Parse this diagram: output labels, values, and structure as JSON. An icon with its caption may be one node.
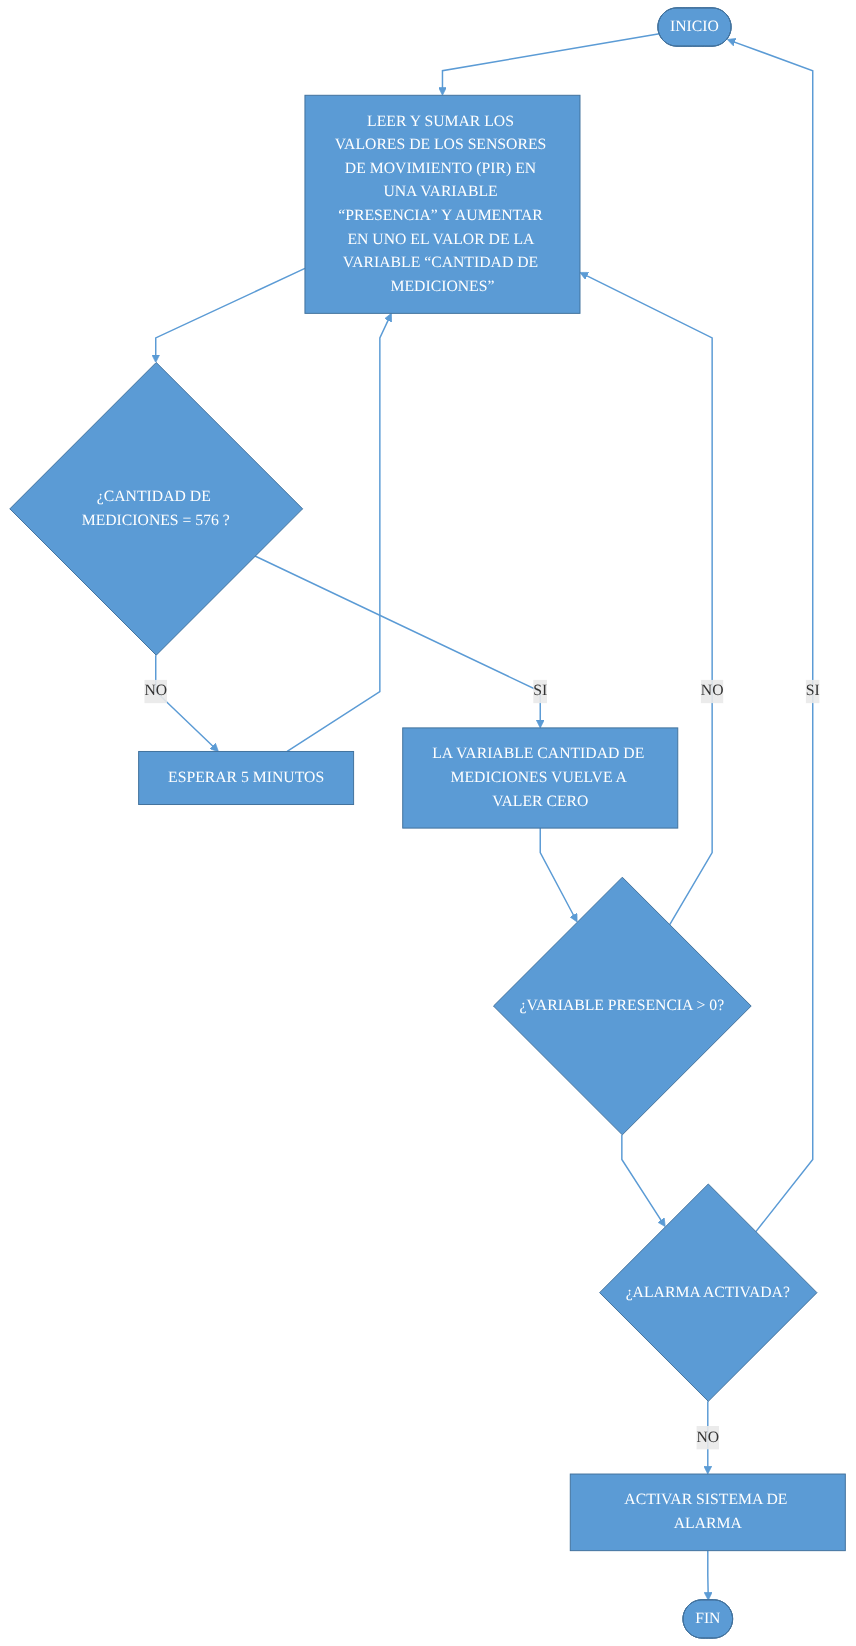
{
  "diagram": {
    "nodes": [
      {
        "text": [
          "INICIO"
        ]
      },
      {
        "text": [
          "LEER Y SUMAR LOS VALORES DE LOS SENSORES DE MOVIMIENTO (PIR) EN UNA VARIABLE “PRESENCIA” Y AUMENTAR EN UNO EL VALOR DE LA VARIABLE “CANTIDAD DE MEDICIONES”"
        ]
      },
      {
        "text": [
          "¿CANTIDAD DE MEDICIONES = 576 ?"
        ]
      },
      {
        "text": [
          "ESPERAR 5 MINUTOS"
        ]
      },
      {
        "text": [
          "LA VARIABLE CANTIDAD DE MEDICIONES VUELVE A VALER CERO"
        ]
      },
      {
        "text": [
          "¿VARIABLE PRESENCIA > 0?"
        ]
      },
      {
        "text": [
          "¿ALARMA ACTIVADA?"
        ]
      },
      {
        "text": [
          "ACTIVAR SISTEMA DE ALARMA"
        ]
      },
      {
        "text": [
          "FIN"
        ]
      }
    ],
    "edges": [
      {
        "from": 0,
        "to": 1,
        "arrow": "to"
      },
      {
        "from": 1,
        "to": 2,
        "arrow": "to"
      },
      {
        "from": 2,
        "to": 3,
        "arrow": "to",
        "label": "NO"
      },
      {
        "from": 3,
        "to": 1,
        "arrow": "to"
      },
      {
        "from": 2,
        "to": 4,
        "arrow": "to",
        "label": "SI"
      },
      {
        "from": 4,
        "to": 5,
        "arrow": "to"
      },
      {
        "from": 5,
        "to": 1,
        "arrow": "to",
        "label": "NO"
      },
      {
        "from": 5,
        "to": 6,
        "arrow": "to"
      },
      {
        "from": 6,
        "to": 7,
        "arrow": "to",
        "label": "NO"
      },
      {
        "from": 6,
        "to": 0,
        "arrow": "to",
        "label": "SI"
      },
      {
        "from": 7,
        "to": 8,
        "arrow": "to"
      }
    ]
  }
}
